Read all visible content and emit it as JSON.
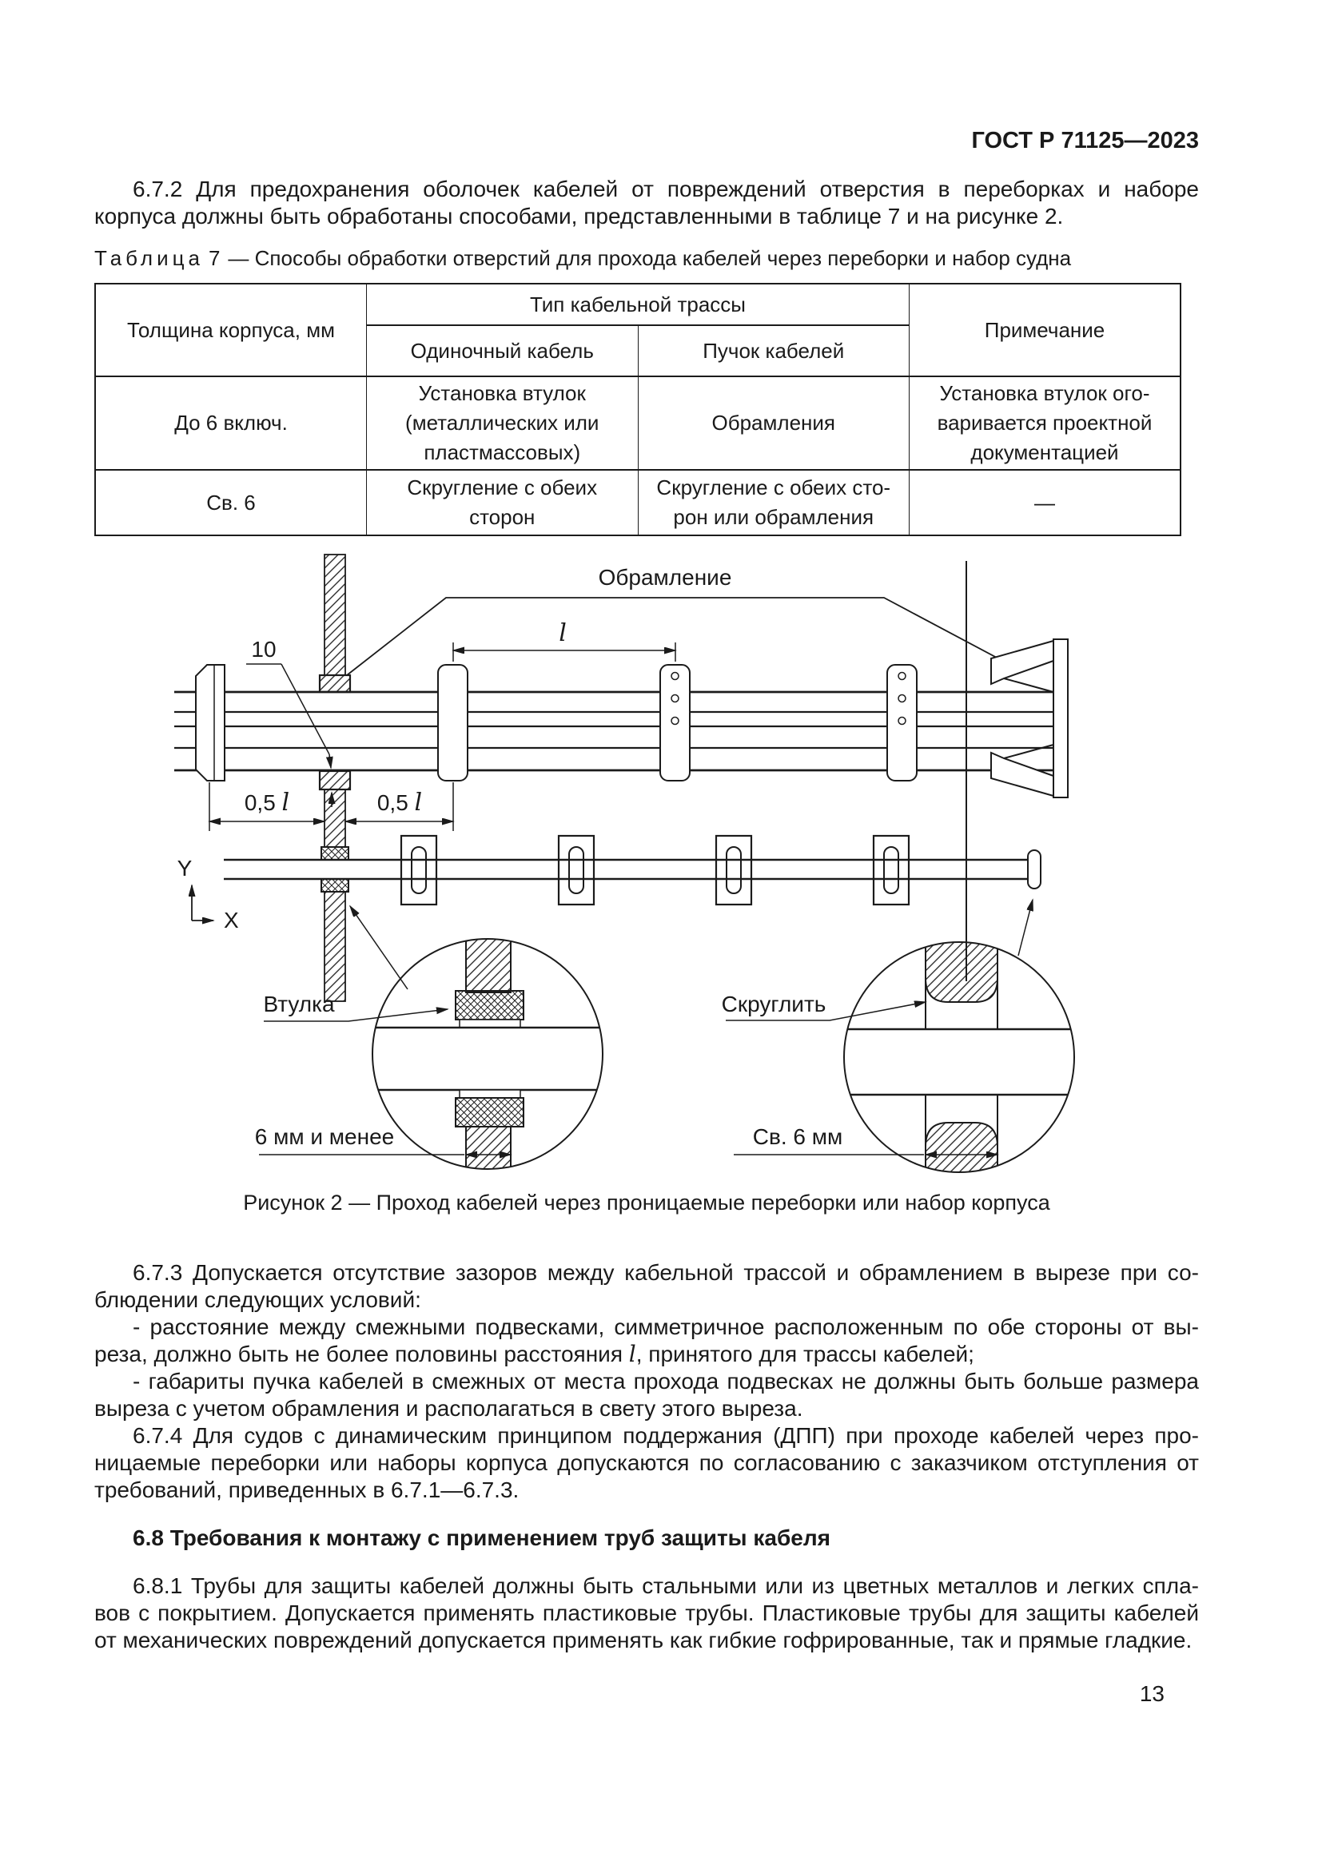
{
  "doc": {
    "header": "ГОСТ Р 71125—2023",
    "page_number": "13"
  },
  "p672": {
    "lines": [
      "6.7.2 Для предохранения оболочек кабелей от повреждений отверстия в переборках и наборе",
      "корпуса должны быть обработаны способами, представленными в таблице 7 и на рисунке 2."
    ]
  },
  "table7": {
    "caption": {
      "word": "Таблица",
      "number": "7",
      "rest": "— Способы обработки отверстий для прохода кабелей через переборки и набор судна"
    },
    "head": {
      "col1": "Толщина корпуса, мм",
      "group": "Тип кабельной трассы",
      "sub1": "Одиночный кабель",
      "sub2": "Пучок кабелей",
      "col4": "Примечание"
    },
    "r1": {
      "c1": "До 6 включ.",
      "c2": [
        "Установка втулок",
        "(металлических или",
        "пластмассовых)"
      ],
      "c3": "Обрамления",
      "c4": [
        "Установка втулок ого-",
        "варивается проектной",
        "документацией"
      ]
    },
    "r2": {
      "c1": "Св. 6",
      "c2": [
        "Скругление с обеих",
        "сторон"
      ],
      "c3": [
        "Скругление с обеих сто-",
        "рон или обрамления"
      ],
      "c4": "—"
    }
  },
  "figure": {
    "labels": {
      "obramlenie": "Обрамление",
      "l": "l",
      "ten": "10",
      "half_l": "0,5 ",
      "axis_y": "Y",
      "axis_x": "X",
      "vtulka": "Втулка",
      "six_mm": "6 мм и менее",
      "skruglit": "Скруглить",
      "over_6": "Св. 6 мм"
    },
    "caption": "Рисунок 2 — Проход кабелей через проницаемые переборки или набор корпуса"
  },
  "p673": {
    "l1": "6.7.3 Допускается отсутствие зазоров между кабельной трассой и обрамлением в вырезе при со-",
    "l2": "блюдении следующих условий:",
    "l3": "- расстояние между смежными подвесками, симметричное расположенным по обе стороны от вы-",
    "l4_pre": "реза, должно быть не более половины расстояния ",
    "l4_sym": "l",
    "l4_post": ", принятого для трассы кабелей;",
    "l5": "- габариты пучка кабелей в смежных от места прохода подвесках не должны быть больше размера",
    "l6": "выреза с учетом обрамления и располагаться в свету этого выреза."
  },
  "p674": {
    "l1": "6.7.4 Для судов с динамическим принципом поддержания (ДПП) при проходе кабелей через про-",
    "l2": "ницаемые переборки или наборы корпуса допускаются по согласованию с заказчиком отступления от",
    "l3": "требований, приведенных в 6.7.1—6.7.3."
  },
  "s68": {
    "title": "6.8 Требования к монтажу с применением труб защиты кабеля"
  },
  "p681": {
    "l1": "6.8.1 Трубы для защиты кабелей должны быть стальными или из цветных металлов и легких спла-",
    "l2": "вов с покрытием. Допускается применять пластиковые трубы. Пластиковые трубы для защиты кабелей",
    "l3": "от механических повреждений допускается применять как гибкие гофрированные, так и прямые гладкие."
  }
}
